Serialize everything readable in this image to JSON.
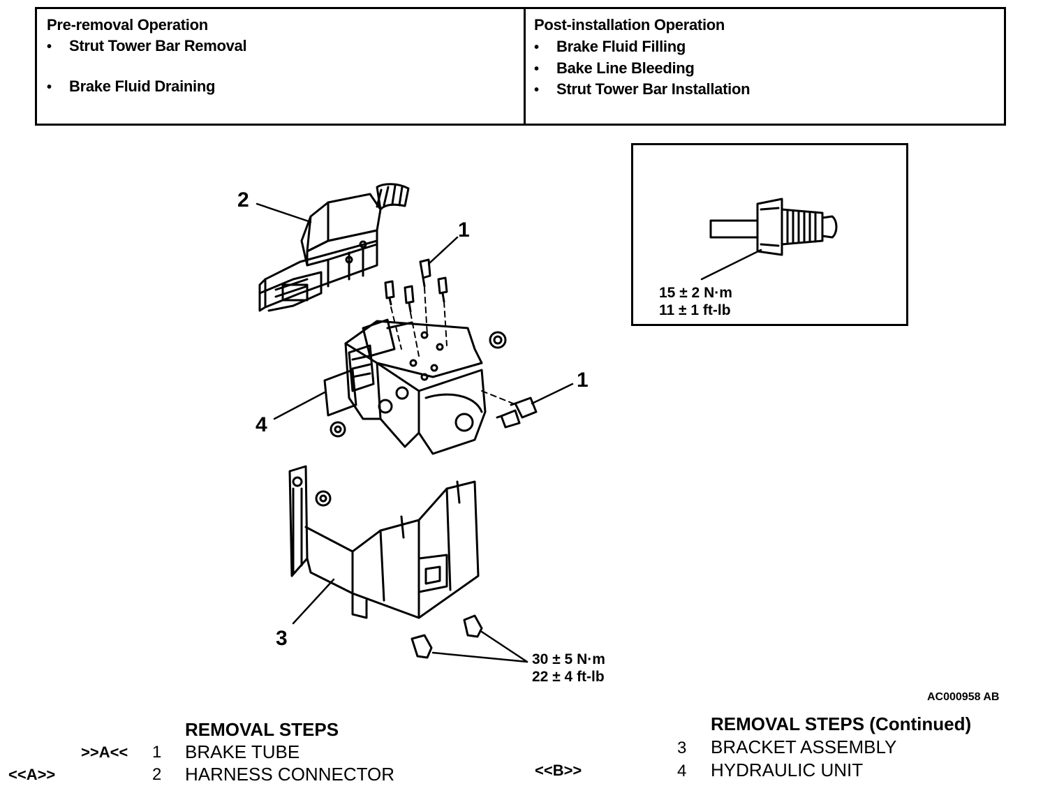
{
  "pre_removal": {
    "title": "Pre-removal Operation",
    "items": [
      "Strut Tower Bar Removal",
      "Brake Fluid Draining"
    ]
  },
  "post_installation": {
    "title": "Post-installation Operation",
    "items": [
      "Brake Fluid Filling",
      "Bake Line Bleeding",
      "Strut Tower Bar Installation"
    ]
  },
  "bullet": "•",
  "callouts": {
    "c1a": "1",
    "c1b": "1",
    "c2": "2",
    "c3": "3",
    "c4": "4"
  },
  "torque_inset": {
    "line1": "15 ± 2 N·m",
    "line2": "11 ± 1 ft-lb"
  },
  "torque_bracket": {
    "line1": "30 ± 5 N·m",
    "line2": "22 ± 4 ft-lb"
  },
  "figure_code": "AC000958 AB",
  "removal_steps": {
    "title": "REMOVAL STEPS",
    "rows": [
      {
        "mark": ">>A<<",
        "num": "1",
        "label": "BRAKE TUBE"
      },
      {
        "mark": "<<A>>",
        "num": "2",
        "label": "HARNESS CONNECTOR"
      }
    ]
  },
  "removal_steps_cont": {
    "title": "REMOVAL STEPS (Continued)",
    "rows": [
      {
        "mark": "",
        "num": "3",
        "label": "BRACKET ASSEMBLY"
      },
      {
        "mark": "<<B>>",
        "num": "4",
        "label": "HYDRAULIC UNIT"
      }
    ]
  }
}
